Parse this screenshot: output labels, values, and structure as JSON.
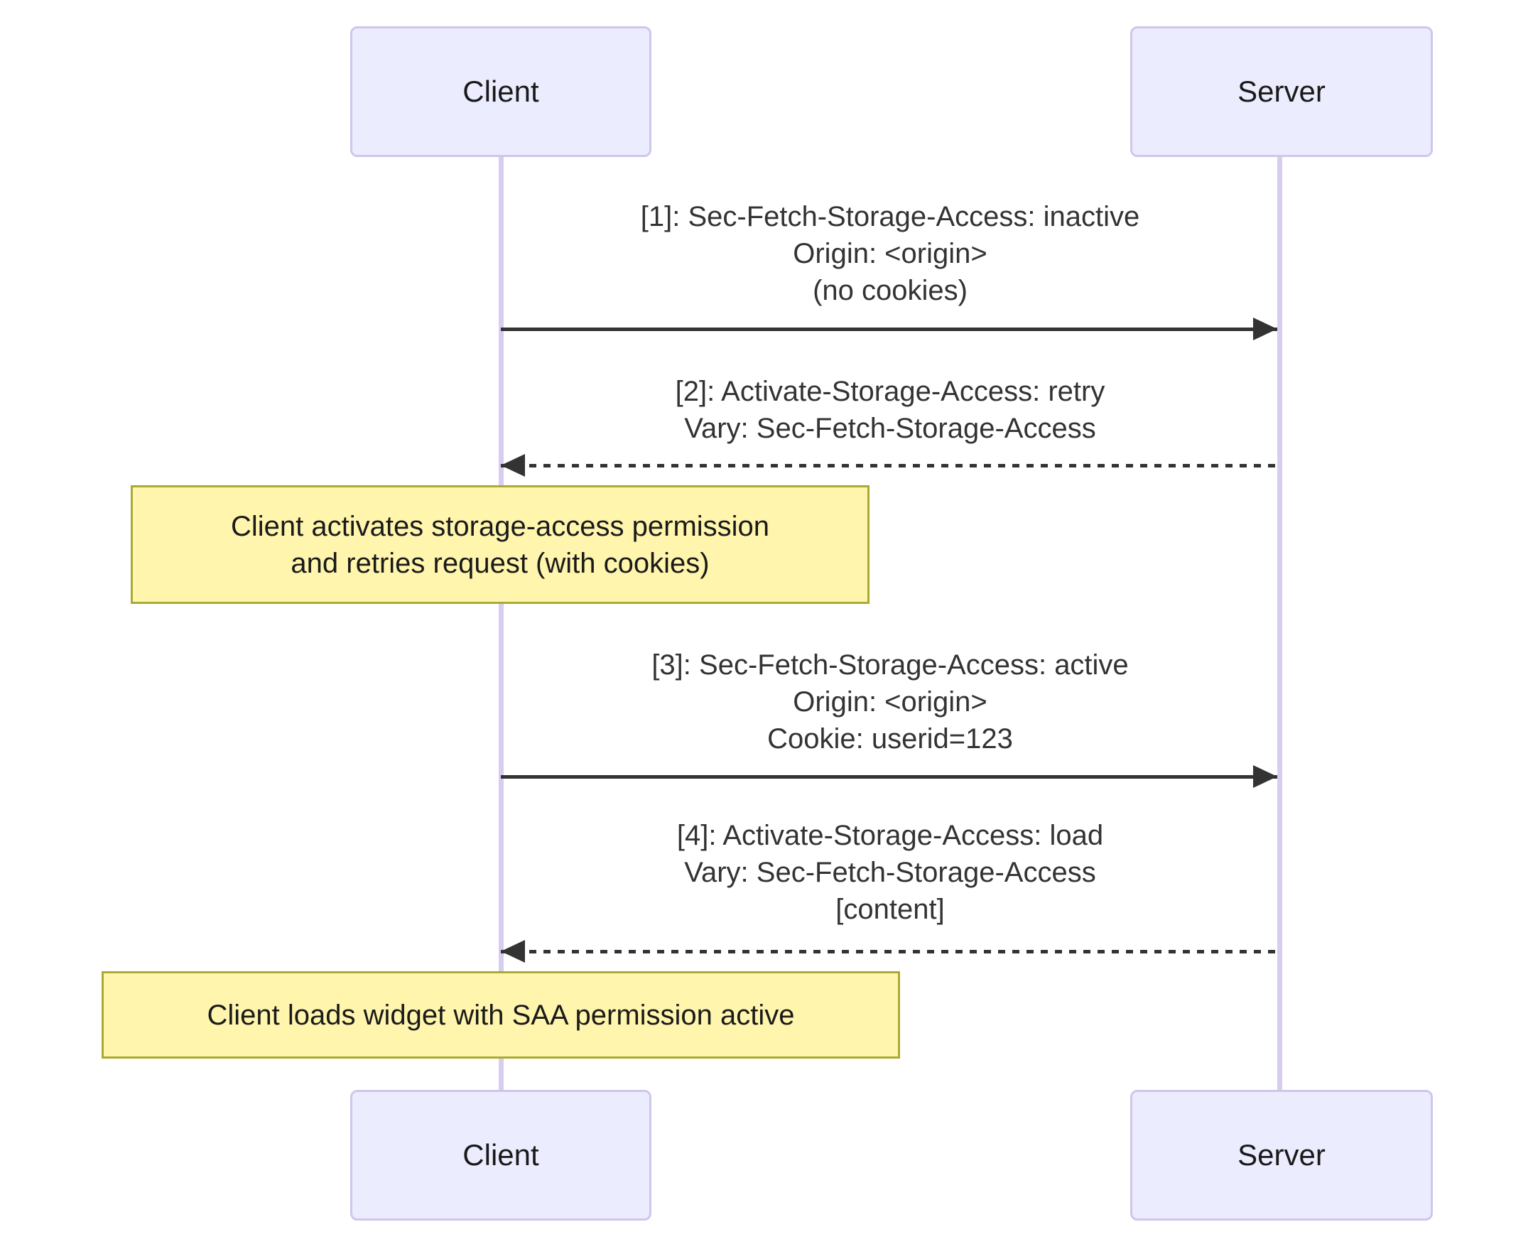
{
  "diagram": {
    "type": "sequence",
    "actors": {
      "client": "Client",
      "server": "Server"
    },
    "messages": [
      {
        "seq": "1",
        "from": "client",
        "to": "server",
        "line_style": "solid",
        "lines": [
          "[1]: Sec-Fetch-Storage-Access: inactive",
          "Origin: <origin>",
          "(no cookies)"
        ]
      },
      {
        "seq": "2",
        "from": "server",
        "to": "client",
        "line_style": "dashed",
        "lines": [
          "[2]: Activate-Storage-Access: retry",
          "Vary: Sec-Fetch-Storage-Access"
        ]
      },
      {
        "seq": "3",
        "from": "client",
        "to": "server",
        "line_style": "solid",
        "lines": [
          "[3]: Sec-Fetch-Storage-Access: active",
          "Origin: <origin>",
          "Cookie: userid=123"
        ]
      },
      {
        "seq": "4",
        "from": "server",
        "to": "client",
        "line_style": "dashed",
        "lines": [
          "[4]: Activate-Storage-Access: load",
          "Vary: Sec-Fetch-Storage-Access",
          "[content]"
        ]
      }
    ],
    "notes": [
      {
        "over": "client",
        "lines": [
          "Client activates storage-access permission",
          "and retries request (with cookies)"
        ]
      },
      {
        "over": "client",
        "lines": [
          "Client loads widget with SAA permission active"
        ]
      }
    ],
    "colors": {
      "actor_fill": "#ECECFF",
      "actor_border": "#CFC6EC",
      "lifeline": "#D8CCF0",
      "note_fill": "#FFF5AD",
      "note_border": "#AAAA33",
      "arrow": "#333333",
      "text": "#333333"
    }
  }
}
